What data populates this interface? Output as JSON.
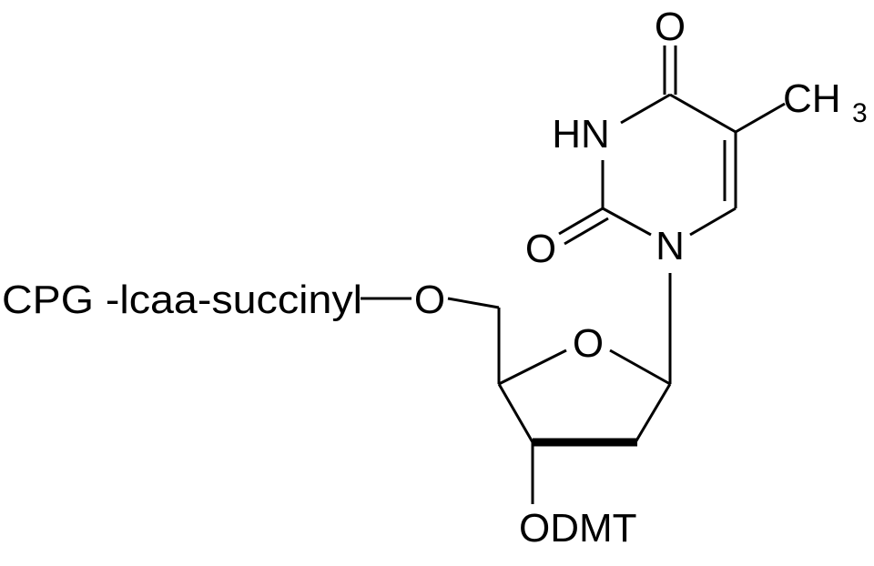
{
  "molecule": {
    "linker_label": "CPG -lcaa-succinyl",
    "atoms": {
      "o5prime": "O",
      "ring_oxygen": "O",
      "o3prime": "ODMT",
      "n1": "N",
      "n3": "HN",
      "o2": "O",
      "o4": "O",
      "methyl_c": "CH",
      "methyl_sub": "3"
    }
  }
}
